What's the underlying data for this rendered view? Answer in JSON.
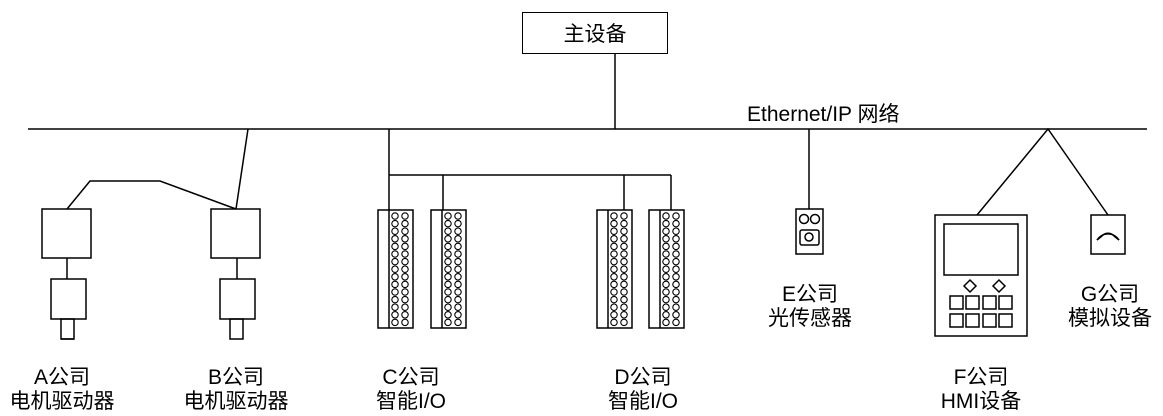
{
  "master": {
    "label": "主设备"
  },
  "network": {
    "label": "Ethernet/IP 网络"
  },
  "devices": [
    {
      "company": "A公司",
      "type": "电机驱动器"
    },
    {
      "company": "B公司",
      "type": "电机驱动器"
    },
    {
      "company": "C公司",
      "type": "智能I/O"
    },
    {
      "company": "D公司",
      "type": "智能I/O"
    },
    {
      "company": "E公司",
      "type": "光传感器"
    },
    {
      "company": "F公司",
      "type": "HMI设备"
    },
    {
      "company": "G公司",
      "type": "模拟设备"
    }
  ],
  "icons": [
    "motor-drive-icon",
    "motor-drive-icon",
    "terminal-block-icon",
    "terminal-block-icon",
    "photo-sensor-icon",
    "hmi-panel-icon",
    "gauge-icon"
  ]
}
